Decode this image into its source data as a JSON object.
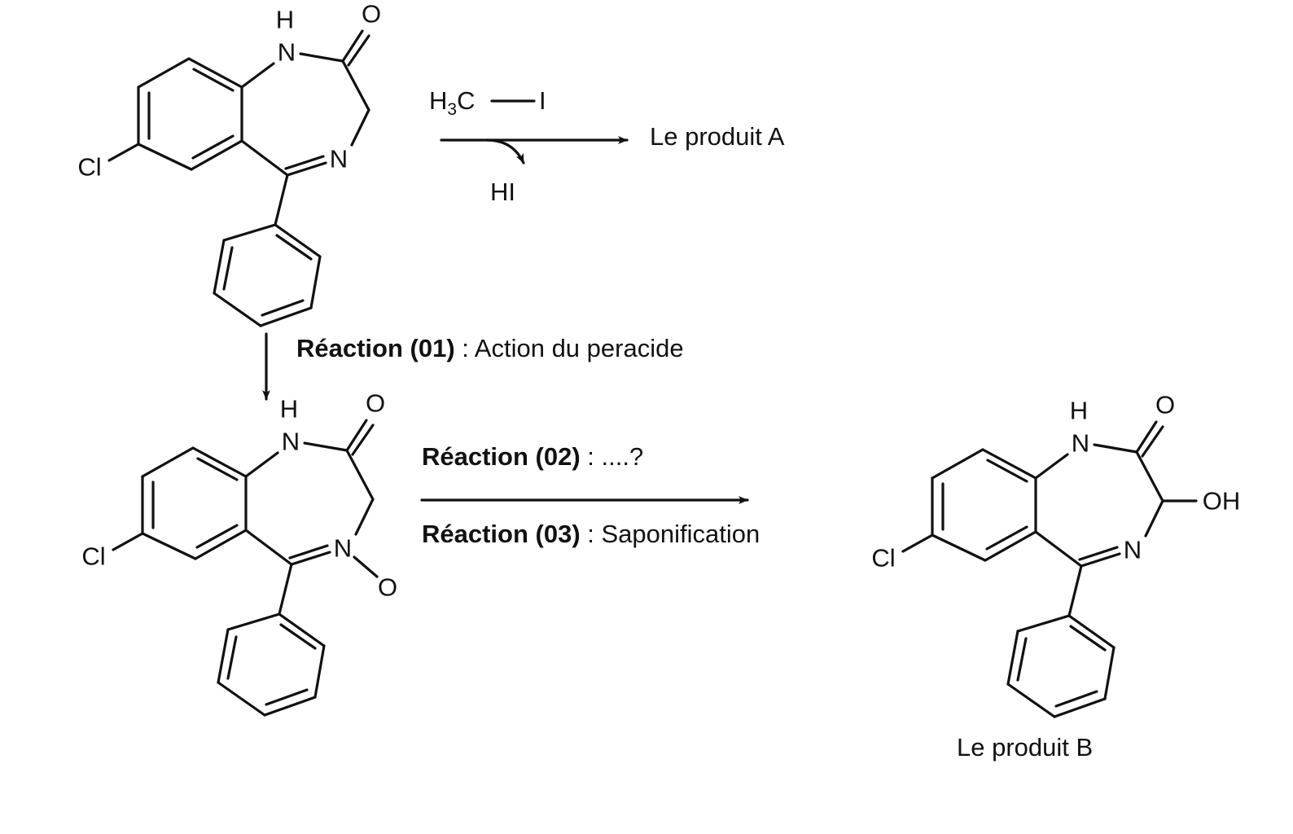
{
  "reagent": {
    "left": "H",
    "sub": "3",
    "mid": "C",
    "right": "I"
  },
  "byproduct": "HI",
  "product_a": "Le produit A",
  "product_b": "Le produit B",
  "reaction1": {
    "name": "Réaction (01)",
    "desc": " : Action du peracide"
  },
  "reaction2": {
    "name": "Réaction (02)",
    "desc": " : ....?"
  },
  "reaction3": {
    "name": "Réaction (03)",
    "desc": " : Saponification"
  },
  "atoms": {
    "H": "H",
    "N": "N",
    "O": "O",
    "Cl": "Cl",
    "OH": "OH"
  }
}
